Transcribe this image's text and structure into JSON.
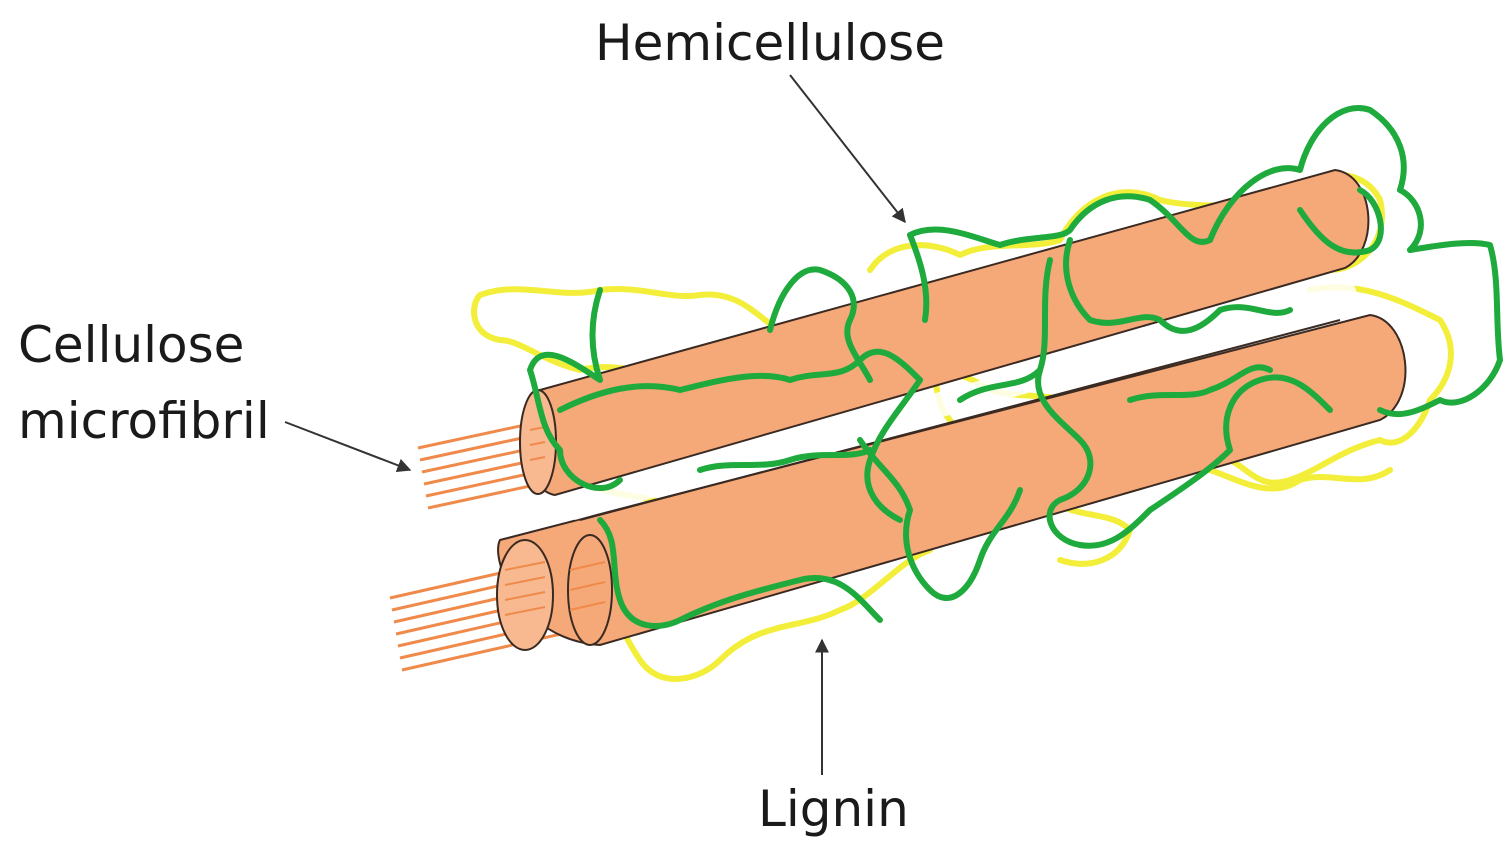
{
  "labels": {
    "hemicellulose": "Hemicellulose",
    "cellulose_line1": "Cellulose",
    "cellulose_line2": "microfibril",
    "lignin": "Lignin"
  },
  "colors": {
    "cellulose_fill": "#F5A878",
    "cellulose_outline": "#3a2a22",
    "fibril_strand": "#F08A4B",
    "hemicellulose": "#1EAA3C",
    "lignin": "#F2EE3A",
    "arrow": "#333333"
  },
  "icons": {
    "hemicellulose_pointer": "arrow-icon",
    "cellulose_pointer": "arrow-icon",
    "lignin_pointer": "arrow-icon"
  }
}
